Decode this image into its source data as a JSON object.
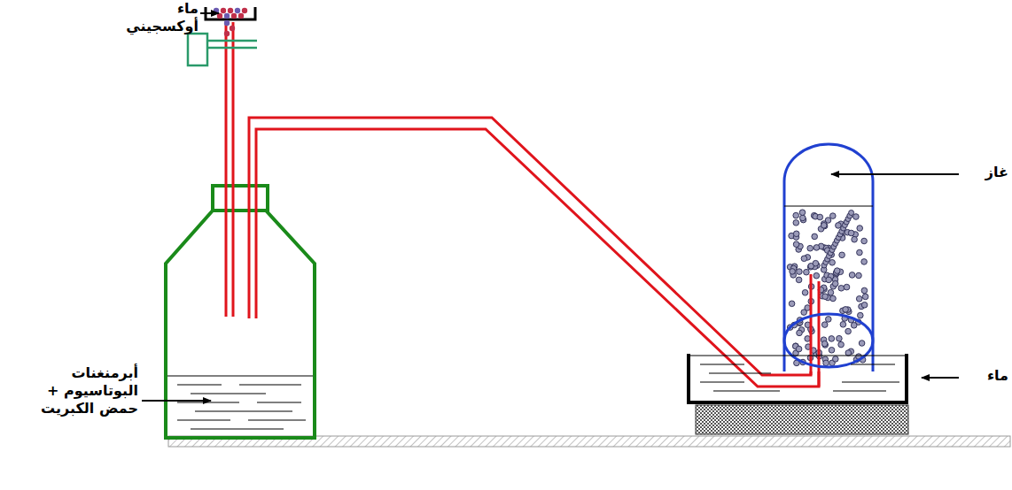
{
  "diagram": {
    "labels": [
      "ماء أوكسجيني",
      "غاز",
      "ماء",
      "أبرمنغنات البوتاسيوم + حمض الكبريت"
    ]
  }
}
